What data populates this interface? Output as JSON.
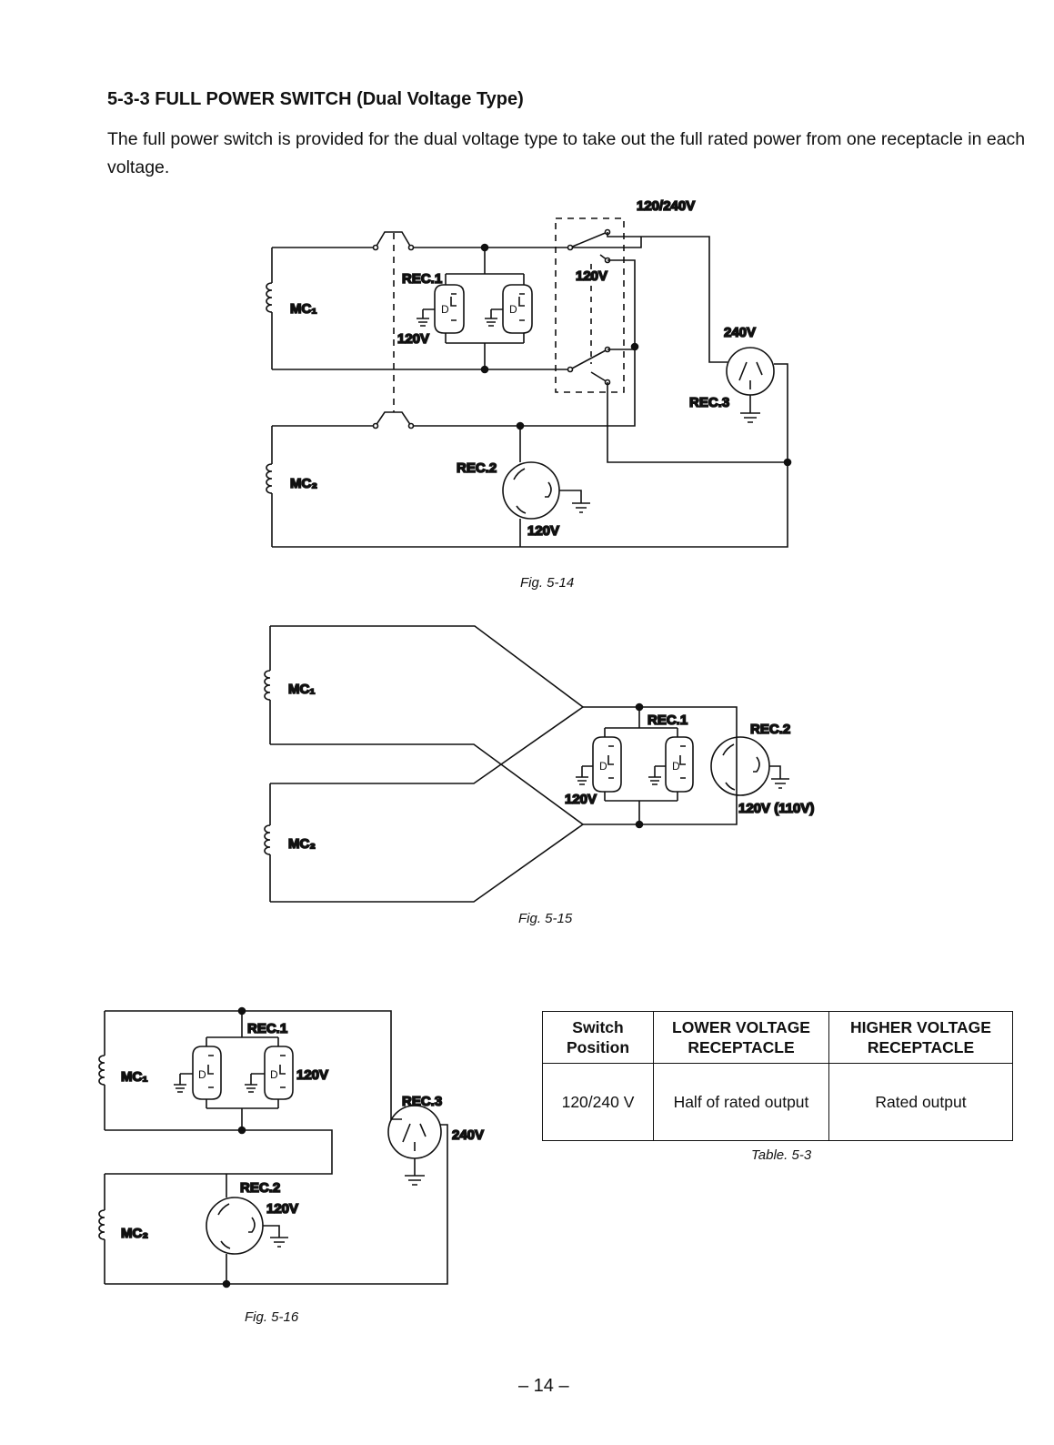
{
  "section": {
    "heading": "5-3-3 FULL POWER SWITCH (Dual Voltage Type)",
    "paragraph": "The full power switch is provided for the dual voltage type to take out the full rated power from one receptacle in each voltage."
  },
  "fig14": {
    "caption": "Fig. 5-14",
    "switch_label": "120/240V",
    "mc1": "MC₁",
    "mc2": "MC₂",
    "rec1": "REC.1",
    "rec1_v": "120V",
    "switch_120": "120V",
    "rec3_v": "240V",
    "rec3": "REC.3",
    "rec2": "REC.2",
    "rec2_v": "120V",
    "d": "D"
  },
  "fig15": {
    "caption": "Fig. 5-15",
    "mc1": "MC₁",
    "mc2": "MC₂",
    "rec1": "REC.1",
    "rec2": "REC.2",
    "rec1_v": "120V",
    "rec2_v": "120V (110V)",
    "d": "D"
  },
  "fig16": {
    "caption": "Fig. 5-16",
    "mc1": "MC₁",
    "mc2": "MC₂",
    "rec1": "REC.1",
    "rec1_v": "120V",
    "rec3": "REC.3",
    "rec3_v": "240V",
    "rec2": "REC.2",
    "rec2_v": "120V",
    "d": "D"
  },
  "table": {
    "caption": "Table. 5-3",
    "headers": [
      "Switch Position",
      "LOWER VOLTAGE RECEPTACLE",
      "HIGHER VOLTAGE RECEPTACLE"
    ],
    "row": [
      "120/240 V",
      "Half of rated output",
      "Rated output"
    ]
  },
  "page_number": "– 14 –"
}
